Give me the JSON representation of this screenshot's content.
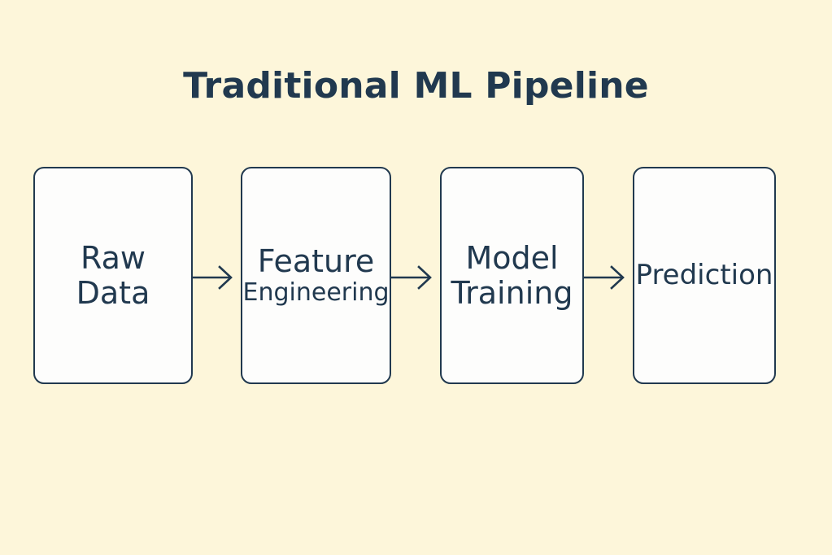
{
  "diagram": {
    "title": "Traditional ML Pipeline",
    "type": "flowchart",
    "orientation": "horizontal",
    "background_color": "#fdf6da",
    "box_fill_color": "#fdfdfc",
    "stroke_color": "#21394f",
    "text_color": "#21394f",
    "stages": [
      {
        "id": "raw-data",
        "lines": [
          "Raw",
          "Data"
        ],
        "line_sizes": [
          "lg",
          "lg"
        ]
      },
      {
        "id": "feature-engineering",
        "lines": [
          "Feature",
          "Engineering"
        ],
        "line_sizes": [
          "lg",
          "sm"
        ]
      },
      {
        "id": "model-training",
        "lines": [
          "Model",
          "Training"
        ],
        "line_sizes": [
          "lg",
          "lg"
        ]
      },
      {
        "id": "prediction",
        "lines": [
          "Prediction"
        ],
        "line_sizes": [
          "md"
        ]
      }
    ],
    "connectors": [
      {
        "id": "arrow-raw-data-to-feature-engineering",
        "glyph": "arrow-right-icon"
      },
      {
        "id": "arrow-feature-engineering-to-model-training",
        "glyph": "arrow-right-icon"
      },
      {
        "id": "arrow-model-training-to-prediction",
        "glyph": "arrow-right-icon"
      }
    ]
  }
}
